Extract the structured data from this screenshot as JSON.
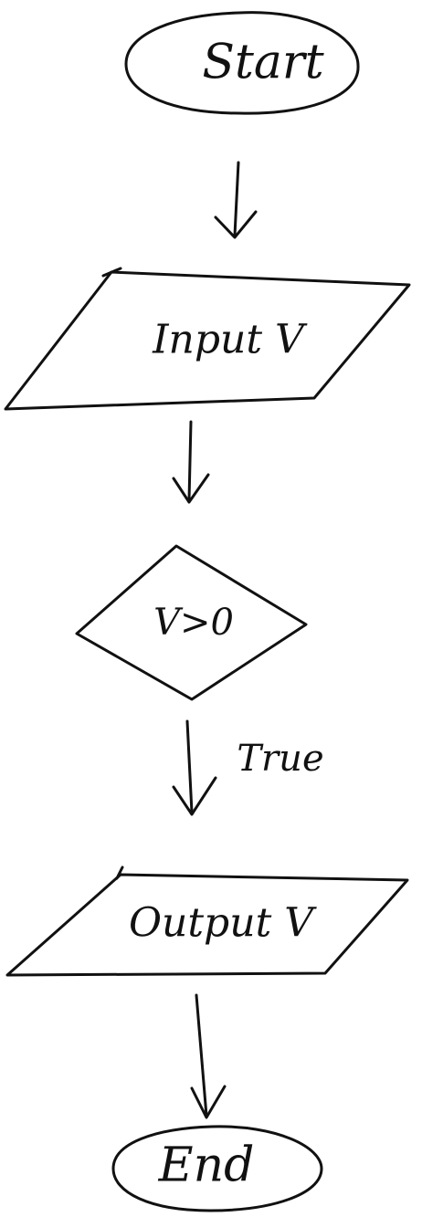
{
  "flowchart": {
    "start": {
      "label": "Start"
    },
    "input": {
      "label": "Input V"
    },
    "decision": {
      "label": "V>0"
    },
    "true_edge": {
      "label": "True"
    },
    "output": {
      "label": "Output V"
    },
    "end": {
      "label": "End"
    }
  }
}
